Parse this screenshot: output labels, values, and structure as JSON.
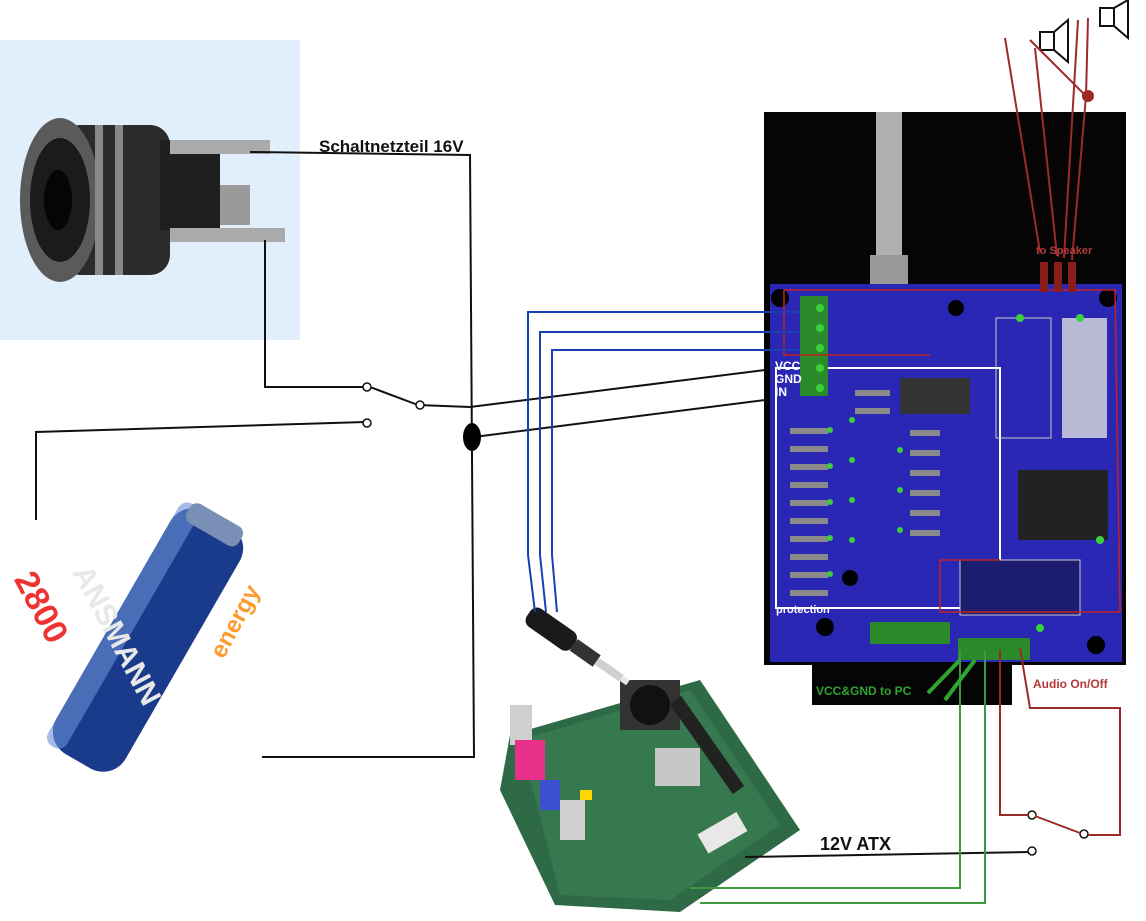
{
  "labels": {
    "power_supply": "Schaltnetzteil 16V",
    "atx": "12V ATX",
    "vcc_gnd_pc": "VCC&GND to PC",
    "audio_onoff": "Audio On/Off",
    "to_speaker": "to Speaker",
    "protection": "protection",
    "vcc": "VCC",
    "gnd": "GND",
    "in": "IN",
    "battery_capacity": "2800",
    "battery_brand": "ANSMANN",
    "battery_energy": "energy"
  },
  "colors": {
    "wire_black": "#111111",
    "wire_blue": "#1a3fb0",
    "wire_red": "#9b2a2a",
    "wire_green": "#3c9a3c",
    "pcb_blue": "#2a27b5",
    "board_black": "#050505",
    "jack_panel": "#e1eefb"
  }
}
